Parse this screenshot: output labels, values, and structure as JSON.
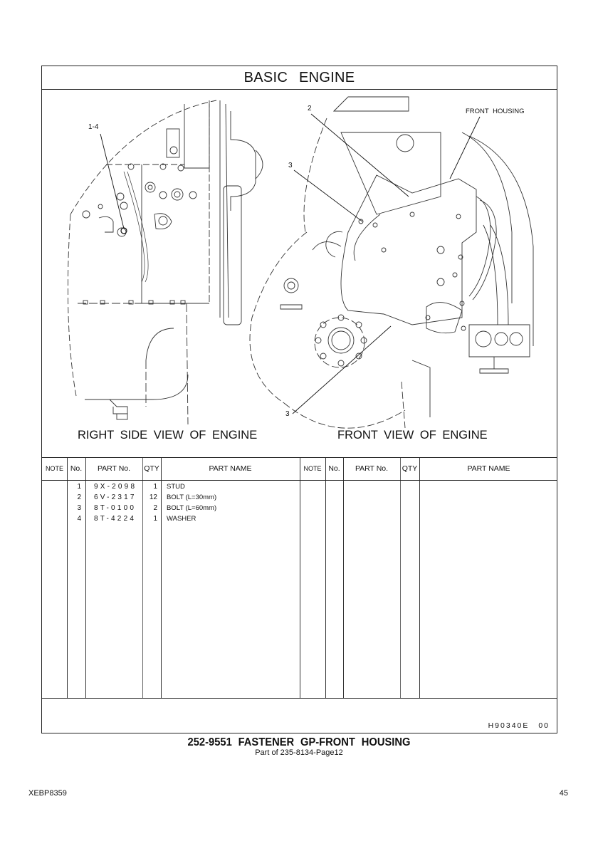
{
  "header": {
    "title": "BASIC ENGINE"
  },
  "illustration": {
    "left_view_label": "RIGHT SIDE VIEW OF ENGINE",
    "right_view_label": "FRONT VIEW OF ENGINE",
    "callouts": {
      "left": "1-4",
      "front_2": "2",
      "front_3_upper": "3",
      "front_3_lower": "3",
      "front_housing": "FRONT HOUSING"
    }
  },
  "parts_table": {
    "columns": [
      "NOTE",
      "No.",
      "PART No.",
      "QTY",
      "PART NAME"
    ],
    "rows": [
      {
        "note": "",
        "no": "1",
        "part_no": "9X-2098",
        "qty": "1",
        "name": "STUD"
      },
      {
        "note": "",
        "no": "2",
        "part_no": "6V-2317",
        "qty": "12",
        "name": "BOLT (L=30mm)"
      },
      {
        "note": "",
        "no": "3",
        "part_no": "8T-0100",
        "qty": "2",
        "name": "BOLT (L=60mm)"
      },
      {
        "note": "",
        "no": "4",
        "part_no": "8T-4224",
        "qty": "1",
        "name": "WASHER"
      }
    ]
  },
  "footer_box": {
    "doc_code": "H90340E",
    "revision": "00"
  },
  "caption": {
    "group_title": "252-9551  FASTENER GP-FRONT HOUSING",
    "subtitle": "Part of 235-8134-Page12"
  },
  "page": {
    "doc_id": "XEBP8359",
    "number": "45"
  }
}
